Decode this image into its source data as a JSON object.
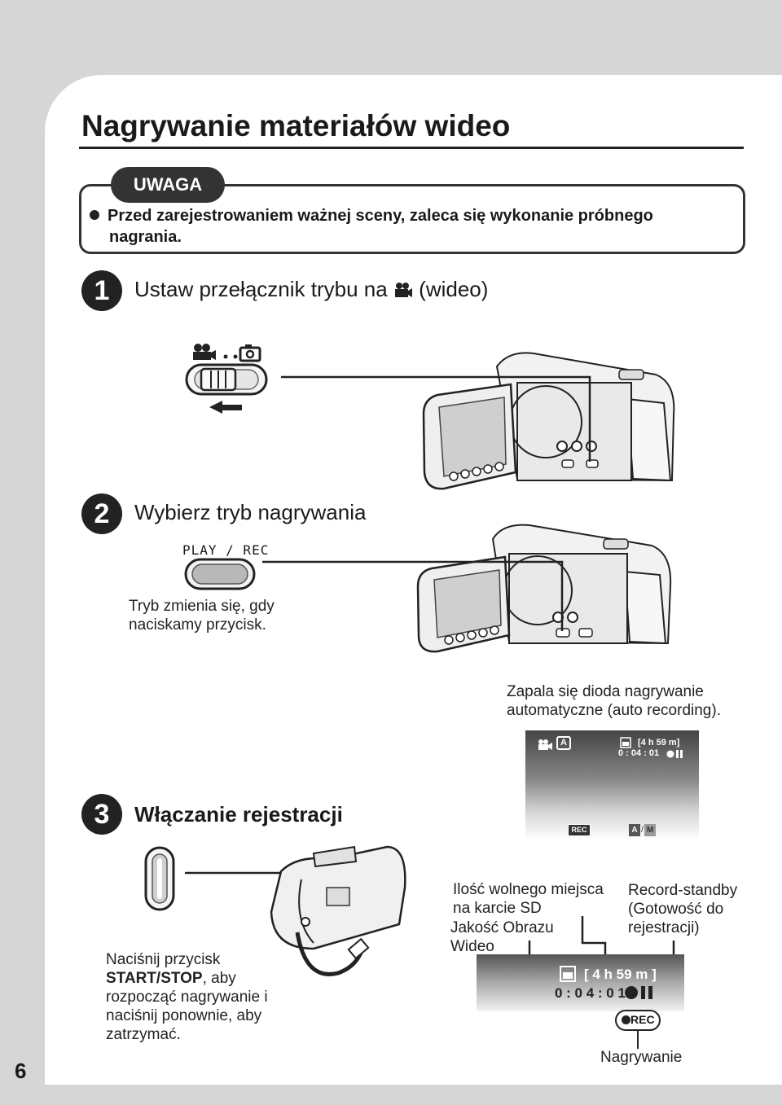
{
  "page": {
    "number": "6",
    "title": "Nagrywanie materiałów wideo"
  },
  "note": {
    "tab_label": "UWAGA",
    "line1": "Przed zarejestrowaniem ważnej sceny, zaleca się wykonanie próbnego",
    "line2": "nagrania."
  },
  "step1": {
    "number": "1",
    "heading_before": "Ustaw przełącznik trybu na",
    "heading_after": "(wideo)",
    "icon": "video-camera-icon"
  },
  "step2": {
    "number": "2",
    "heading": "Wybierz tryb nagrywania",
    "button_label": "PLAY / REC",
    "caption_line1": "Tryb zmienia się, gdy",
    "caption_line2": "naciskamy przycisk.",
    "auto_rec_line1": "Zapala się dioda nagrywanie",
    "auto_rec_line2": "automatyczne (auto recording)."
  },
  "lcd_small": {
    "remaining": "[4 h 59 m]",
    "counter": "0 : 04 : 01",
    "mode_letter": "A",
    "rec_label": "REC",
    "am_label_a": "A",
    "am_label_m": "M"
  },
  "step3": {
    "number": "3",
    "heading": "Włączanie rejestracji",
    "caption_line1": "Naciśnij przycisk",
    "caption_bold": "START/STOP",
    "caption_line2_rest": ", aby",
    "caption_line3": "rozpocząć nagrywanie i",
    "caption_line4": "naciśnij ponownie, aby",
    "caption_line5": "zatrzymać."
  },
  "labels": {
    "free_space_line1": "Ilość wolnego miejsca",
    "free_space_line2": "na karcie SD",
    "quality_line1": "Jakość Obrazu",
    "quality_line2": "Wideo",
    "standby_line1": "Record-standby",
    "standby_line2": "(Gotowość do",
    "standby_line3": "rejestracji)",
    "recording": "Nagrywanie"
  },
  "lcd_large": {
    "remaining": "[ 4 h 59 m ]",
    "counter": "0 : 0 4 : 0 1",
    "rec_label": "REC"
  }
}
